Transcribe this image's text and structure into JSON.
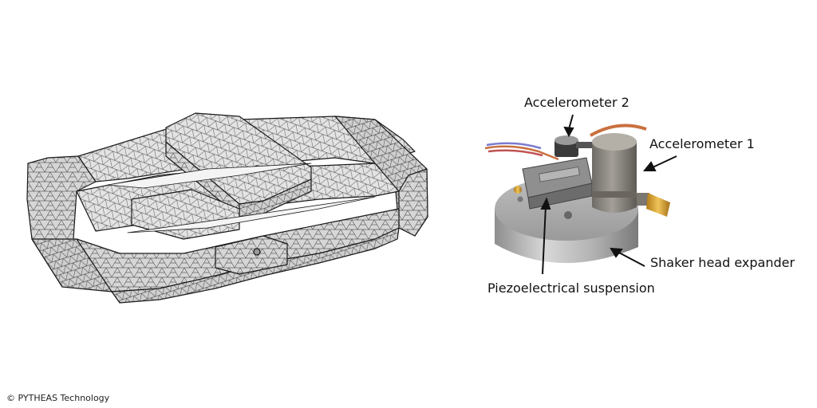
{
  "figure_left": {
    "name": "fem-mesh-model"
  },
  "figure_right": {
    "name": "test-setup-photo",
    "labels": {
      "accelerometer_2": "Accelerometer 2",
      "accelerometer_1": "Accelerometer 1",
      "shaker_head_expander": "Shaker head expander",
      "piezoelectrical_suspension": "Piezoelectrical suspension"
    }
  },
  "footer": {
    "copyright": "© PYTHEAS Technology"
  },
  "colors": {
    "mesh_fill": "#d9d9d9",
    "mesh_edge": "#333333",
    "aluminium": "#b8b8b8",
    "accelerometer": "#8a8680",
    "connector_gold": "#d6a437",
    "cable_orange": "#c9703f"
  }
}
